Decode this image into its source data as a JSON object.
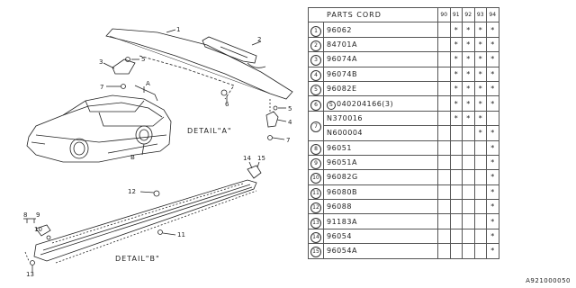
{
  "table": {
    "header": "PARTS CORD",
    "years": [
      "90",
      "91",
      "92",
      "93",
      "94"
    ],
    "rows": [
      {
        "no": "1",
        "part": "96062",
        "marks": [
          "",
          "*",
          "*",
          "*",
          "*"
        ]
      },
      {
        "no": "2",
        "part": "84701A",
        "marks": [
          "",
          "*",
          "*",
          "*",
          "*"
        ]
      },
      {
        "no": "3",
        "part": "96074A",
        "marks": [
          "",
          "*",
          "*",
          "*",
          "*"
        ]
      },
      {
        "no": "4",
        "part": "96074B",
        "marks": [
          "",
          "*",
          "*",
          "*",
          "*"
        ]
      },
      {
        "no": "5",
        "part": "96082E",
        "marks": [
          "",
          "*",
          "*",
          "*",
          "*"
        ]
      },
      {
        "no": "6",
        "part_s": "S",
        "part": "040204166(3)",
        "marks": [
          "",
          "*",
          "*",
          "*",
          "*"
        ]
      },
      {
        "no": "7",
        "part": "N370016",
        "marks": [
          "",
          "*",
          "*",
          "*",
          ""
        ]
      },
      {
        "no": "",
        "part": "N600004",
        "marks": [
          "",
          "",
          "",
          "*",
          "*"
        ]
      },
      {
        "no": "8",
        "part": "96051",
        "marks": [
          "",
          "",
          "",
          "",
          "*"
        ]
      },
      {
        "no": "9",
        "part": "96051A",
        "marks": [
          "",
          "",
          "",
          "",
          "*"
        ]
      },
      {
        "no": "10",
        "part": "96082G",
        "marks": [
          "",
          "",
          "",
          "",
          "*"
        ]
      },
      {
        "no": "11",
        "part": "96080B",
        "marks": [
          "",
          "",
          "",
          "",
          "*"
        ]
      },
      {
        "no": "12",
        "part": "96088",
        "marks": [
          "",
          "",
          "",
          "",
          "*"
        ]
      },
      {
        "no": "13",
        "part": "91183A",
        "marks": [
          "",
          "",
          "",
          "",
          "*"
        ]
      },
      {
        "no": "14",
        "part": "96054",
        "marks": [
          "",
          "",
          "",
          "",
          "*"
        ]
      },
      {
        "no": "15",
        "part": "96054A",
        "marks": [
          "",
          "",
          "",
          "",
          "*"
        ]
      }
    ]
  },
  "diagram": {
    "detail_a": "DETAIL\"A\"",
    "detail_b": "DETAIL\"B\"",
    "callouts": {
      "c1": "1",
      "c2": "2",
      "c3": "3",
      "c4": "4",
      "c5a": "5",
      "c5b": "5",
      "c6": "6",
      "c7a": "7",
      "c7b": "7",
      "cA": "A",
      "cB": "B",
      "c8": "8",
      "c9": "9",
      "c10": "10",
      "c11": "11",
      "c12": "12",
      "c13": "13",
      "c14": "14",
      "c15": "15"
    }
  },
  "drawing_id": "A921000050",
  "colors": {
    "line": "#222222",
    "background": "#ffffff"
  }
}
